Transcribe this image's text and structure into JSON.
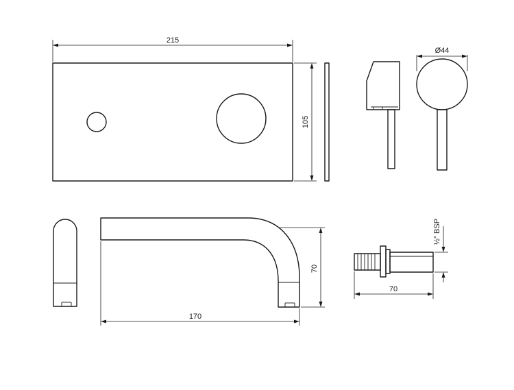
{
  "dimensions": {
    "plate_width": "215",
    "plate_height": "105",
    "handle_diameter": "Ø44",
    "spout_length": "170",
    "spout_height": "70",
    "thread": "½\" BSP",
    "body_length": "70"
  },
  "colors": {
    "line": "#1a1a1a",
    "background": "#ffffff"
  }
}
